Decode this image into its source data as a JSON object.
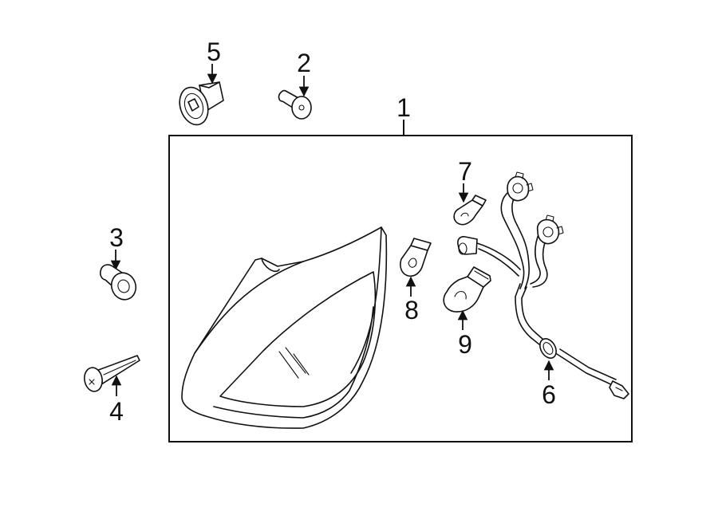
{
  "diagram": {
    "line_color": "#111111",
    "background": "#ffffff",
    "callouts": [
      {
        "id": "c1",
        "label": "1"
      },
      {
        "id": "c2",
        "label": "2"
      },
      {
        "id": "c3",
        "label": "3"
      },
      {
        "id": "c4",
        "label": "4"
      },
      {
        "id": "c5",
        "label": "5"
      },
      {
        "id": "c6",
        "label": "6"
      },
      {
        "id": "c7",
        "label": "7"
      },
      {
        "id": "c8",
        "label": "8"
      },
      {
        "id": "c9",
        "label": "9"
      }
    ]
  }
}
